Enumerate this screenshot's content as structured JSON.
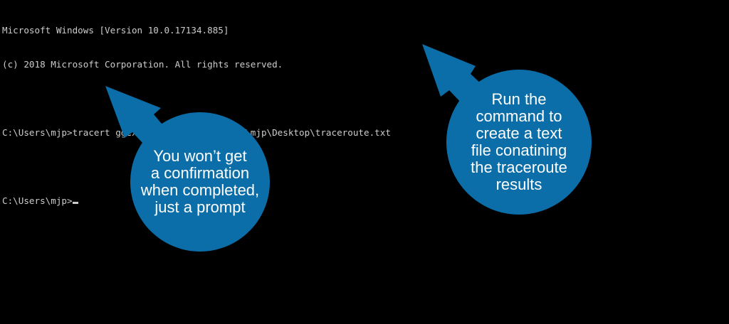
{
  "console": {
    "lines": [
      "Microsoft Windows [Version 10.0.17134.885]",
      "(c) 2018 Microsoft Corporation. All rights reserved.",
      "",
      "C:\\Users\\mjp>tracert ggexample.com > C:\\Users\\mjp\\Desktop\\traceroute.txt",
      "",
      "C:\\Users\\mjp>"
    ]
  },
  "callouts": {
    "left": "You won’t get\na confirmation\nwhen completed,\njust a prompt",
    "right": "Run the\ncommand to\ncreate a text\nfile conatining\nthe traceroute\nresults"
  },
  "colors": {
    "background": "#000000",
    "console_text": "#cccccc",
    "callout_fill": "#0b6ea8",
    "callout_text": "#ffffff"
  }
}
